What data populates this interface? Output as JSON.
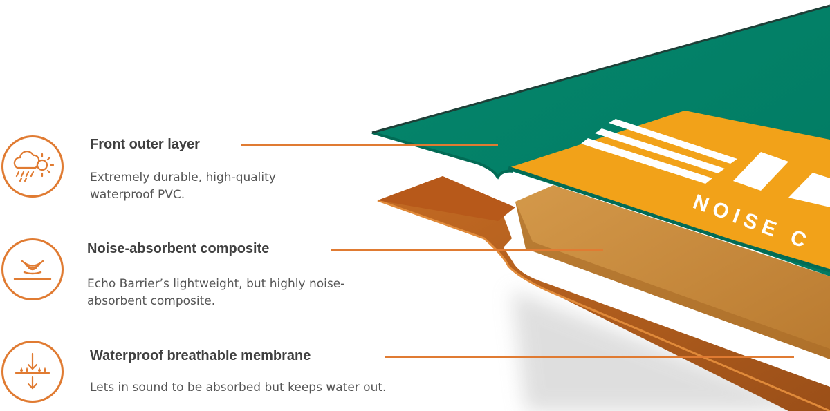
{
  "layers": [
    {
      "icon": "weather-rain-sun-icon",
      "title": "Front outer layer",
      "description": "Extremely durable, high-quality waterproof PVC."
    },
    {
      "icon": "sound-waves-icon",
      "title": "Noise-absorbent composite",
      "description": "Echo Barrier’s lightweight, but highly noise-absorbent composite."
    },
    {
      "icon": "water-drop-barrier-icon",
      "title": "Waterproof breathable membrane",
      "description": "Lets in sound to be absorbed but keeps water out."
    }
  ],
  "panel_print": {
    "logo": "E E C",
    "tagline": "NOISE C"
  },
  "colors": {
    "accent": "#e07b32",
    "front_layer": "#00826a",
    "orange_print": "#f2a219",
    "composite": "#c98a3e",
    "membrane": "#b8621e"
  }
}
